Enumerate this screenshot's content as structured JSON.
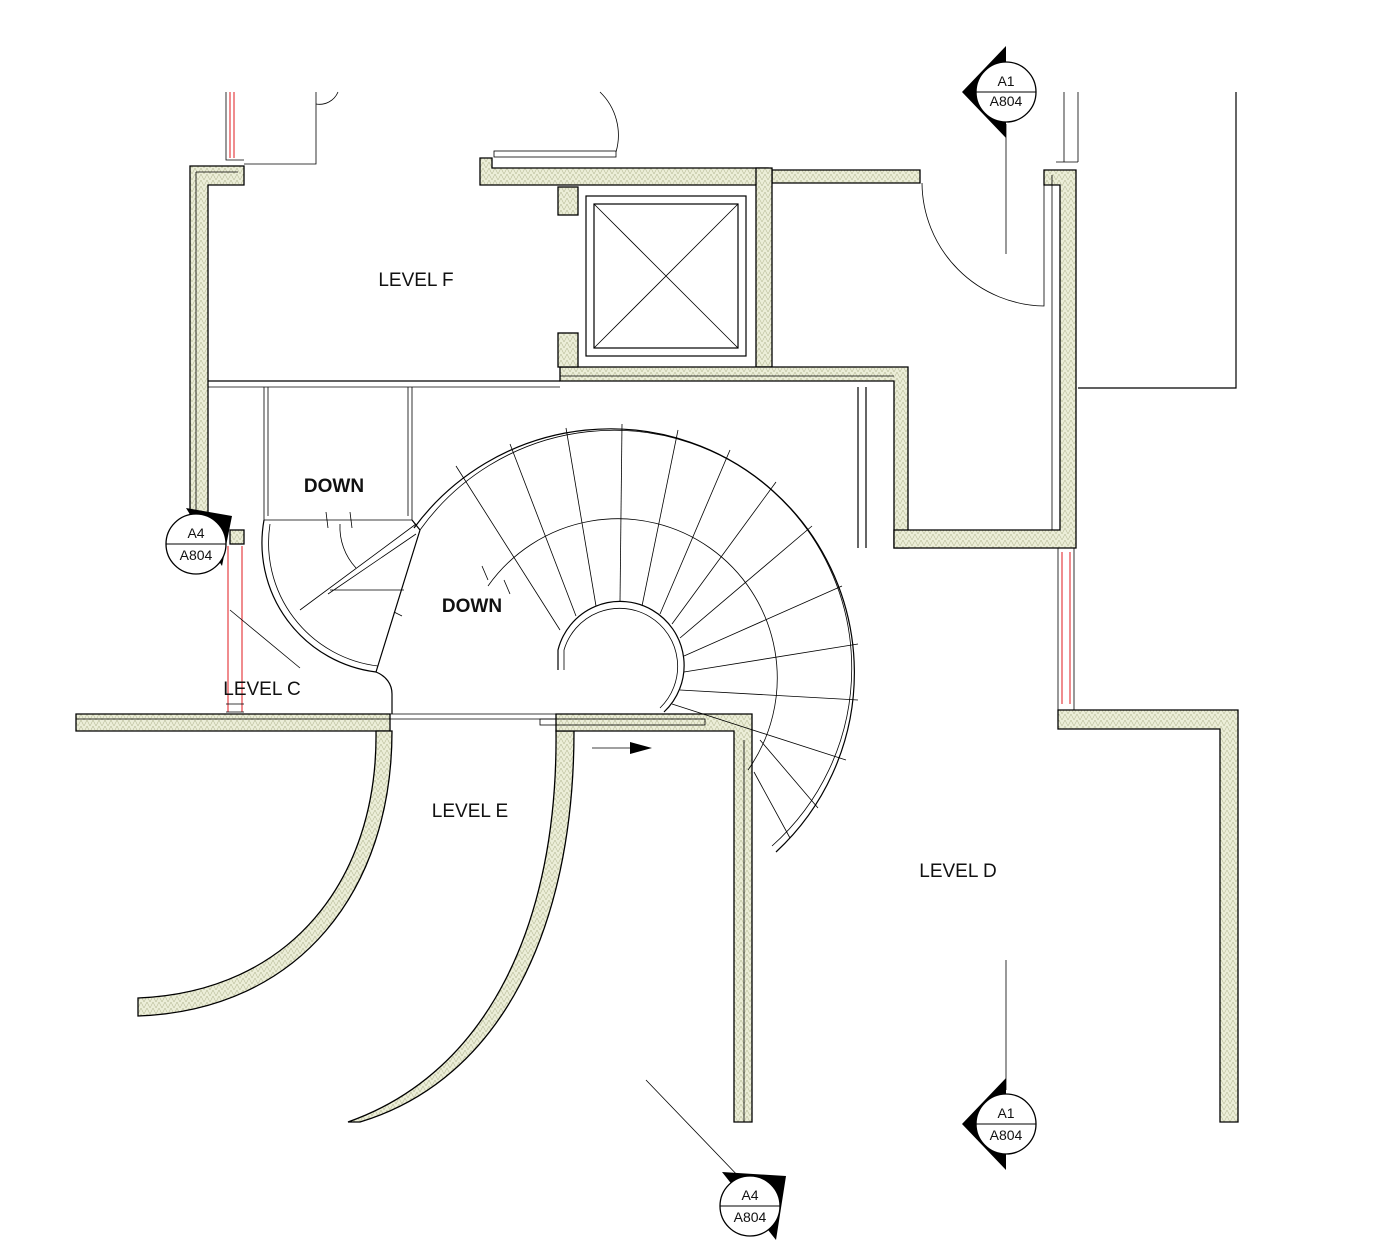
{
  "plan": {
    "level_labels": {
      "level_f": "LEVEL F",
      "level_c": "LEVEL C",
      "level_e": "LEVEL E",
      "level_d": "LEVEL D"
    },
    "stair_labels": {
      "down_upper": "DOWN",
      "down_lower": "DOWN"
    },
    "section_markers": {
      "top_right": {
        "id": "A1",
        "sheet": "A804"
      },
      "left": {
        "id": "A4",
        "sheet": "A804"
      },
      "bottom_right": {
        "id": "A1",
        "sheet": "A804"
      },
      "bottom": {
        "id": "A4",
        "sheet": "A804"
      }
    },
    "colors": {
      "line": "#000000",
      "glazing": "#e0191e",
      "insulation": "#e9ecd6"
    }
  }
}
